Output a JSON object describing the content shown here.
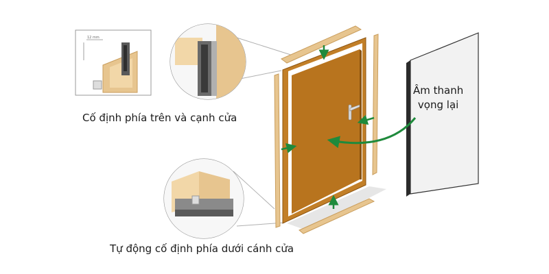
{
  "labels": {
    "top_side_seal": "Cố định phía trên và cạnh cửa",
    "bottom_auto_seal": "Tự động cố định phía dưới cánh cửa",
    "echo_line1": "Âm thanh",
    "echo_line2": "vọng lại"
  },
  "inset_dimension": "12 mm",
  "colors": {
    "door_panel": "#b8741e",
    "door_panel_dark": "#8c5410",
    "frame_wood": "#e7c58f",
    "frame_edge": "#c99d5c",
    "seal_gray": "#5a5a5a",
    "wall_gray": "#f2f2f2",
    "arrow_green": "#1f8a3c",
    "leader_line": "#b0b0b0",
    "text": "#1a1a1a"
  },
  "icons": [
    "door-handle-icon",
    "curved-arrow-icon",
    "seal-direction-arrow-icon"
  ]
}
